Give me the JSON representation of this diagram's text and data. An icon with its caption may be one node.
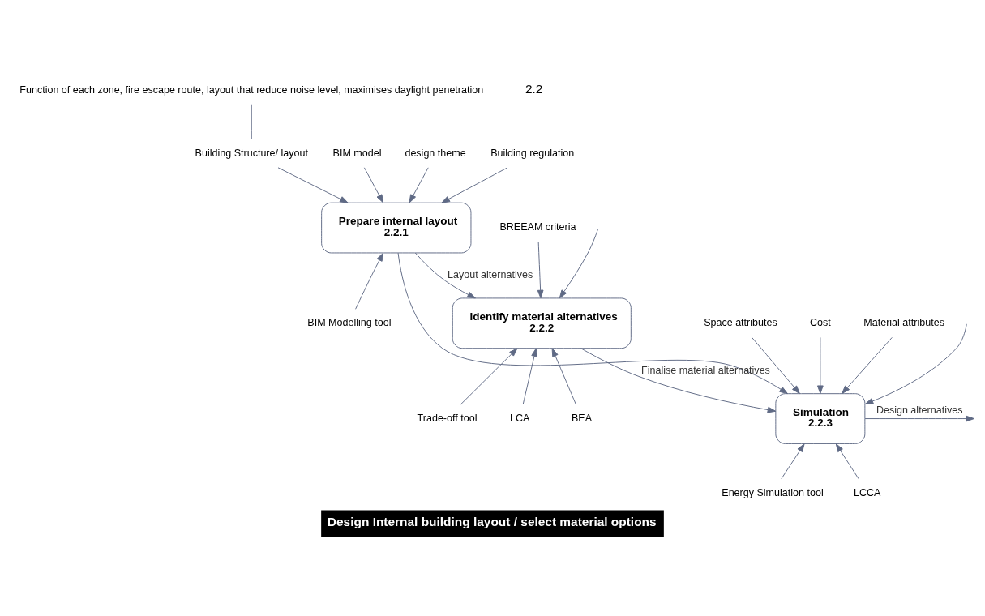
{
  "diagram": {
    "title": "Design Internal building layout / select material options",
    "nodes": [
      {
        "text": [
          "Function of each zone, fire escape route, layout that reduce noise level, maximises daylight penetration"
        ]
      },
      {
        "text": [
          "Prepare internal layout",
          "2.2.1"
        ]
      },
      {
        "text": [
          "Identify material alternatives",
          "2.2.2"
        ]
      },
      {
        "text": [
          "Simulation",
          "2.2.3"
        ]
      },
      {
        "text": [
          "BIM model"
        ]
      },
      {
        "text": [
          "Building Structure/ layout"
        ]
      },
      {
        "text": [
          "design theme"
        ]
      },
      {
        "text": [
          "Building regulation"
        ]
      },
      {
        "text": [
          "BIM Modelling tool"
        ]
      },
      {
        "text": [
          "BREEAM criteria"
        ]
      },
      {
        "text": [
          "BEA"
        ]
      },
      {
        "text": [
          "Trade-off tool"
        ]
      },
      {
        "text": [
          "LCA"
        ]
      },
      {
        "text": [
          "Space attributes"
        ]
      },
      {
        "text": [
          "Cost"
        ]
      },
      {
        "text": [
          "Material attributes"
        ]
      },
      {
        "text": [
          "Energy Simulation tool"
        ]
      },
      {
        "text": [
          "LCCA"
        ]
      }
    ],
    "edges": [
      {
        "from": 0,
        "to": 5,
        "arrow": "none"
      },
      {
        "from": 4,
        "to": 1,
        "arrow": "to"
      },
      {
        "from": 5,
        "to": 1,
        "arrow": "to"
      },
      {
        "from": 6,
        "to": 1,
        "arrow": "to"
      },
      {
        "from": 7,
        "to": 1,
        "arrow": "to"
      },
      {
        "from": null,
        "to": 2,
        "arrow": "to"
      },
      {
        "from": null,
        "to": 3,
        "arrow": "to"
      },
      {
        "from": 8,
        "to": 1,
        "arrow": "to"
      },
      {
        "from": 1,
        "to": 2,
        "arrow": "to",
        "label": "Layout alternatives"
      },
      {
        "from": 1,
        "to": 3,
        "arrow": "to"
      },
      {
        "from": 9,
        "to": 2,
        "arrow": "to"
      },
      {
        "from": 10,
        "to": 2,
        "arrow": "to"
      },
      {
        "from": 11,
        "to": 2,
        "arrow": "to"
      },
      {
        "from": 12,
        "to": 2,
        "arrow": "to"
      },
      {
        "from": 2,
        "to": 3,
        "arrow": "to",
        "label": "Finalise material alternatives"
      },
      {
        "from": 13,
        "to": 3,
        "arrow": "to"
      },
      {
        "from": 14,
        "to": 3,
        "arrow": "to"
      },
      {
        "from": 15,
        "to": 3,
        "arrow": "to"
      },
      {
        "from": 16,
        "to": 3,
        "arrow": "to"
      },
      {
        "from": 17,
        "to": 3,
        "arrow": "to"
      },
      {
        "from": 3,
        "to": null,
        "arrow": "to",
        "label": "Design alternatives"
      }
    ],
    "labels": [
      "2.2"
    ]
  }
}
